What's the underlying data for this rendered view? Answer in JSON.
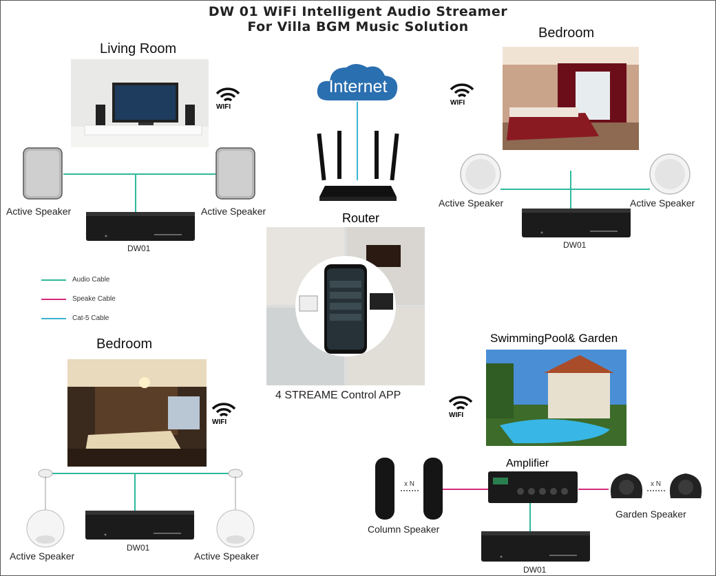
{
  "title": {
    "line1": "DW 01 WiFi Intelligent Audio Streamer",
    "line2": "For Villa BGM Music  Solution"
  },
  "colors": {
    "audio_cable": "#2db89a",
    "speaker_cable": "#d4287a",
    "cat5_cable": "#39b3d0",
    "cloud": "#2a6fb0"
  },
  "center": {
    "cloud_label": "Internet",
    "router_label": "Router",
    "app_label": "4 STREAME  Control APP"
  },
  "wifi_label": "WIFI",
  "rooms": {
    "living_room": {
      "title": "Living Room",
      "left_speaker": "Active Speaker",
      "right_speaker": "Active Speaker",
      "device": "DW01"
    },
    "bedroom_top": {
      "title": "Bedroom",
      "left_speaker": "Active Speaker",
      "right_speaker": "Active Speaker",
      "device": "DW01"
    },
    "bedroom_bottom": {
      "title": "Bedroom",
      "left_speaker": "Active Speaker",
      "right_speaker": "Active Speaker",
      "device": "DW01"
    },
    "pool_garden": {
      "title": "SwimmingPool& Garden",
      "amplifier": "Amplifier",
      "column_speaker": "Column Speaker",
      "garden_speaker": "Garden Speaker",
      "multiplier_left": "x N",
      "multiplier_right": "x N",
      "device": "DW01"
    }
  },
  "legend": [
    {
      "label": "Audio Cable"
    },
    {
      "label": "Speake Cable"
    },
    {
      "label": "Cat-5 Cable"
    }
  ]
}
